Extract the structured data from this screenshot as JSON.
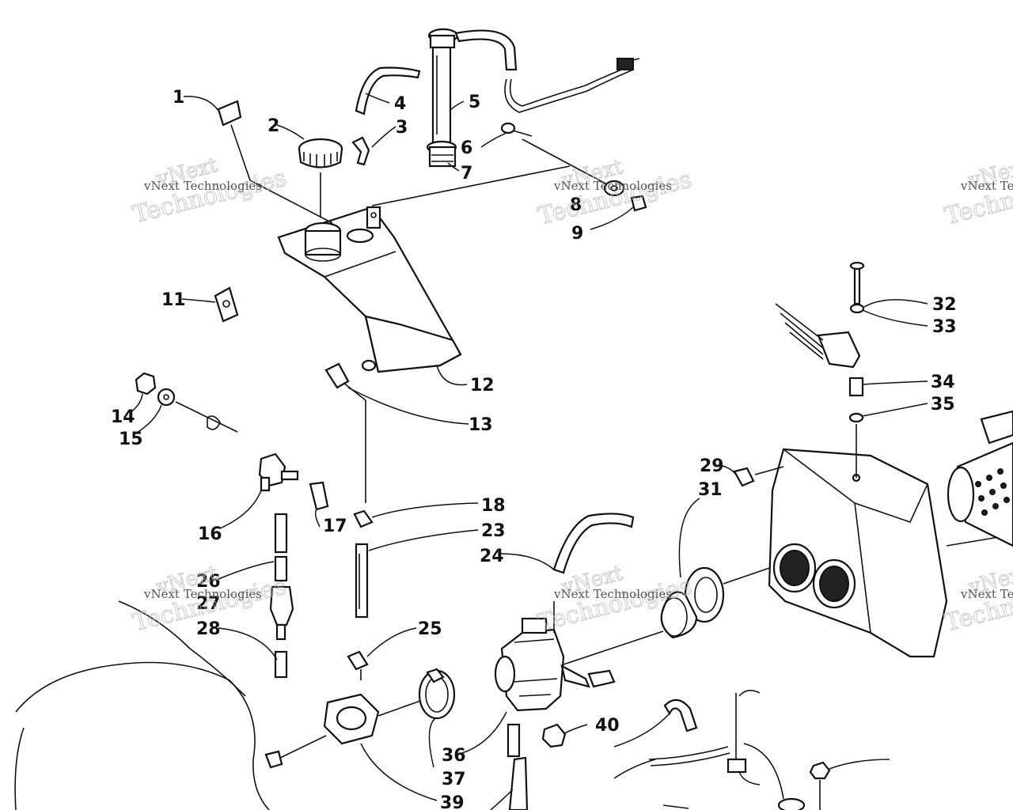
{
  "watermark": {
    "line1": "vNext",
    "line2": "vNext Technologies",
    "line3": "Technologies"
  },
  "callouts": [
    "1",
    "2",
    "3",
    "4",
    "5",
    "6",
    "7",
    "8",
    "9",
    "11",
    "12",
    "13",
    "14",
    "15",
    "16",
    "17",
    "18",
    "23",
    "24",
    "25",
    "26",
    "27",
    "28",
    "29",
    "31",
    "32",
    "33",
    "34",
    "35",
    "36",
    "37",
    "39",
    "40"
  ]
}
